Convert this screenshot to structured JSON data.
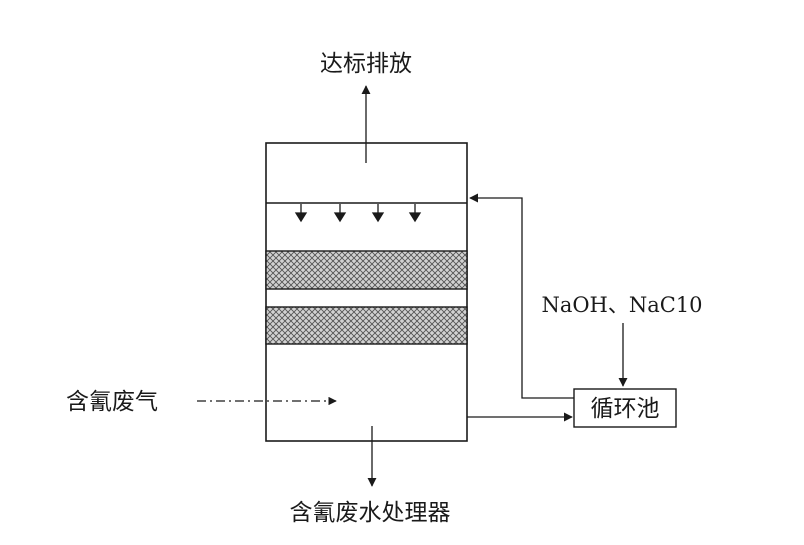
{
  "labels": {
    "discharge": "达标排放",
    "chemicals": "NaOH、NaC10",
    "gas_inlet": "含氰废气",
    "circulation_tank": "循环池",
    "wastewater_processor": "含氰废水处理器"
  },
  "colors": {
    "stroke": "#1a1a1a",
    "packing_fill": "#cfcfcf",
    "packing_hatch": "#555555",
    "background": "#ffffff"
  }
}
